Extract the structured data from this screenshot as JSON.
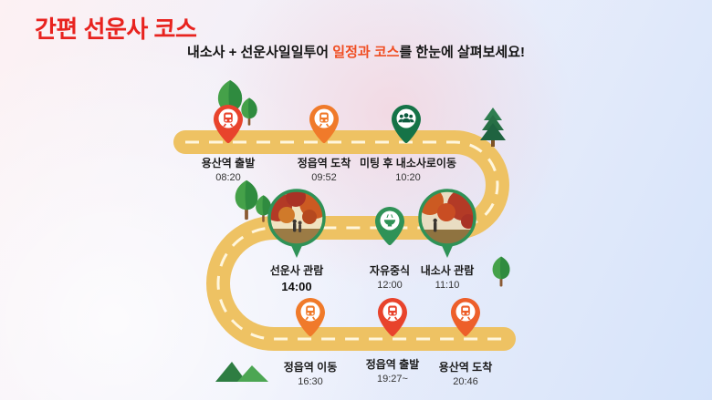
{
  "title": "간편 선운사 코스",
  "subtitle": {
    "pre": "내소사 + 선운사일일투어 ",
    "highlight": "일정과 코스",
    "post": "를 한눈에 살펴보세요!"
  },
  "colors": {
    "title": "#e8231f",
    "highlight": "#f04e23",
    "road": "#eec263",
    "road_dash": "#fff6dd",
    "pin_ring": "#2f9257"
  },
  "stops": [
    {
      "name": "용산역 출발",
      "time": "08:20",
      "icon": "train",
      "color": "#e8432c"
    },
    {
      "name": "정읍역 도착",
      "time": "09:52",
      "icon": "train",
      "color": "#f07a2a"
    },
    {
      "name": "미팅 후 내소사로이동",
      "time": "10:20",
      "icon": "people",
      "color": "#157347"
    },
    {
      "name": "내소사 관람",
      "time": "11:10",
      "icon": "photo",
      "color": "#2f9257"
    },
    {
      "name": "자유중식",
      "time": "12:00",
      "icon": "meal",
      "color": "#2f9257"
    },
    {
      "name": "선운사 관람",
      "time": "14:00",
      "icon": "photo",
      "color": "#2f9257"
    },
    {
      "name": "정읍역 이동",
      "time": "16:30",
      "icon": "train",
      "color": "#f07a2a"
    },
    {
      "name": "정읍역 출발",
      "time": "19:27~",
      "icon": "train",
      "color": "#e8432c"
    },
    {
      "name": "용산역 도착",
      "time": "20:46",
      "icon": "train",
      "color": "#ed5f2a"
    }
  ]
}
